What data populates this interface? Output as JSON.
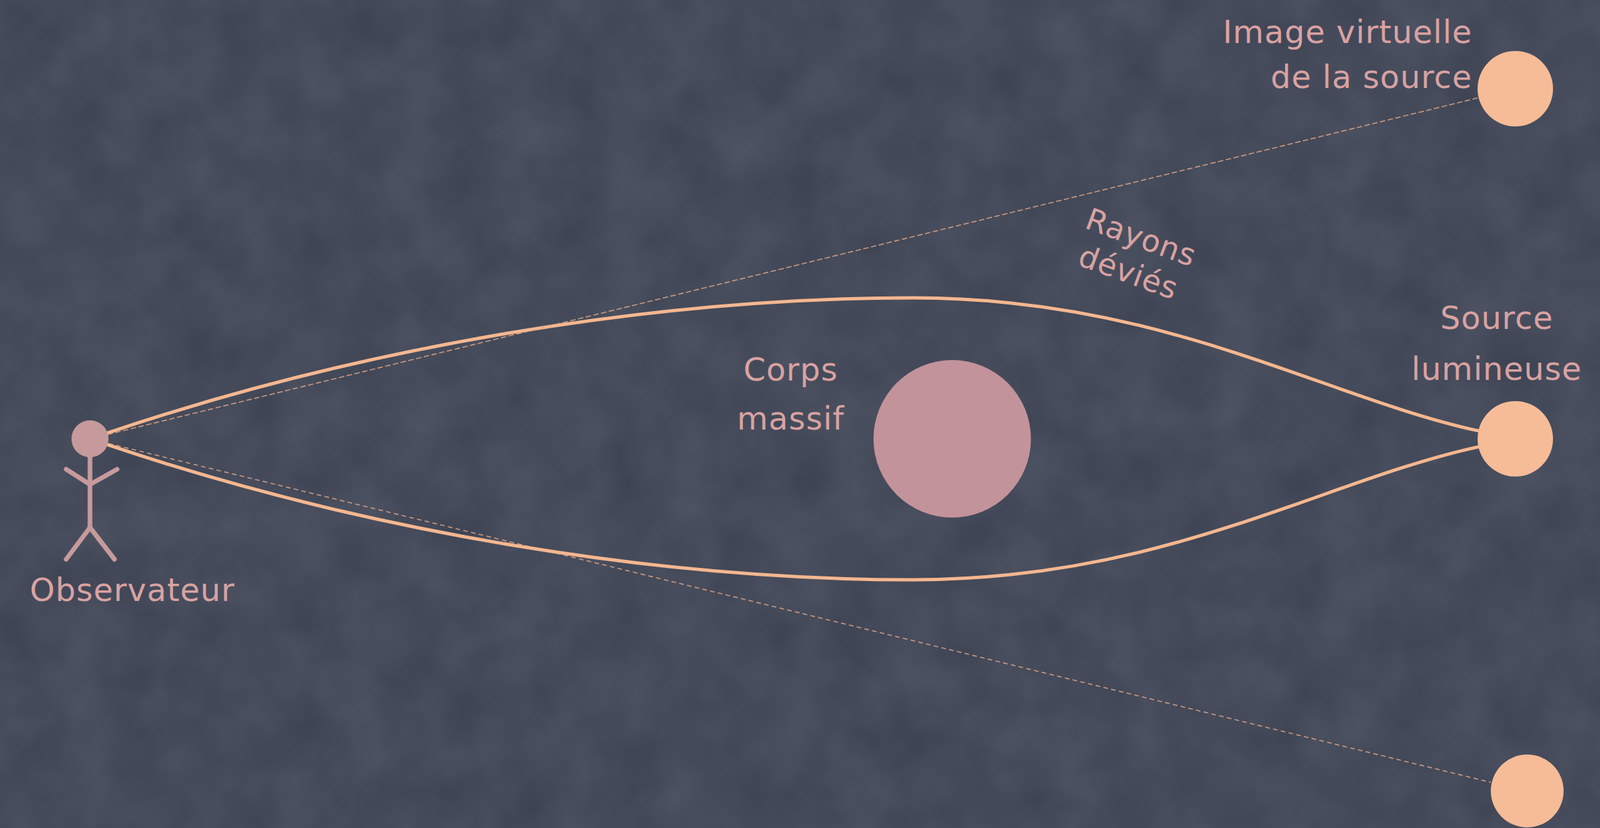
{
  "diagram": {
    "nodes": [
      {
        "text": [
          "Observateur"
        ]
      },
      {
        "text": [
          "Corps massif"
        ]
      },
      {
        "text": [
          "Source lumineuse"
        ]
      },
      {
        "text": [
          "Image virtuelle de la source"
        ]
      }
    ],
    "edges": [
      {
        "from": 0,
        "to": 2,
        "label": "Rayons déviés",
        "arrow": "none"
      },
      {
        "from": 0,
        "to": 2,
        "arrow": "none"
      },
      {
        "from": 0,
        "to": 3,
        "arrow": "none"
      }
    ]
  }
}
